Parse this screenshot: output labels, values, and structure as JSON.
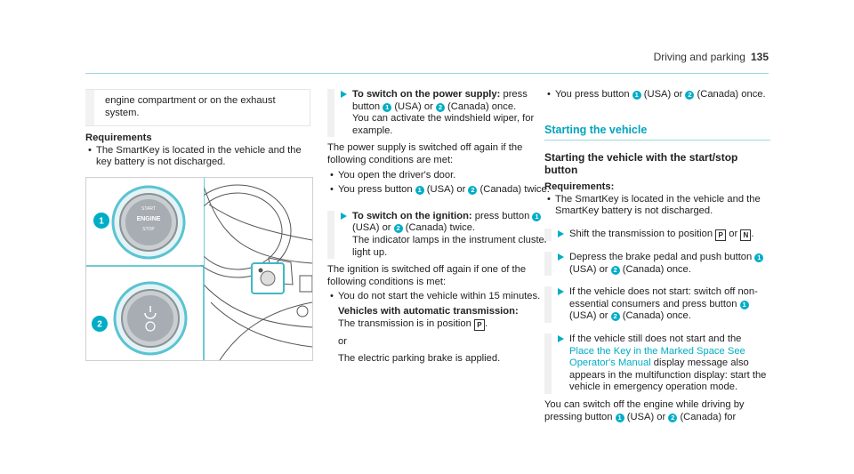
{
  "header": {
    "title": "Driving and parking",
    "page_number": "135"
  },
  "col1": {
    "note_text": "engine compartment or on the exhaust system.",
    "requirements_heading": "Requirements",
    "requirements_item": "The SmartKey is located in the vehicle and the key battery is not discharged.",
    "image_callouts": [
      "1",
      "2"
    ],
    "button_top_label": "START",
    "button_main_label": "ENGINE",
    "button_bottom_label": "STOP"
  },
  "col2": {
    "step1_bold": "To switch on the power supply:",
    "step1_text": " press button",
    "step1_text2": " (USA) or",
    "step1_text3": " (Canada) once.",
    "step1_text4": "You can activate the windshield wiper, for example.",
    "power_off_intro": "The power supply is switched off again if the following conditions are met:",
    "power_off_item1": "You open the driver's door.",
    "power_off_item2a": "You press button",
    "power_off_item2b": " (USA) or",
    "power_off_item2c": " (Canada) twice.",
    "step2_bold": "To switch on the ignition:",
    "step2_text": " press button",
    "step2_text2": " (USA) or",
    "step2_text3": " (Canada) twice.",
    "step2_text4": "The indicator lamps in the instrument cluster light up.",
    "ign_off_intro": "The ignition is switched off again if one of the following conditions is met:",
    "ign_off_item1": "You do not start the vehicle within 15 minutes.",
    "auto_heading": "Vehicles with automatic transmission:",
    "auto_text": "The transmission is in position",
    "auto_pos": "P",
    "or": "or",
    "brake_text": "The electric parking brake is applied."
  },
  "col3": {
    "top_item_a": "You press button",
    "top_item_b": " (USA) or",
    "top_item_c": " (Canada) once.",
    "section_title": "Starting the vehicle",
    "sub_title": "Starting the vehicle with the start/stop button",
    "req_heading": "Requirements:",
    "req_item": "The SmartKey is located in the vehicle and the SmartKey battery is not discharged.",
    "s1_text": "Shift the transmission to position",
    "s1_pos1": "P",
    "s1_or": " or",
    "s1_pos2": "N",
    "s2_text": "Depress the brake pedal and push button",
    "s2_text2": " (USA) or",
    "s2_text3": " (Canada) once.",
    "s3_text": "If the vehicle does not start: switch off non-essential consumers and press button",
    "s3_text2": " (USA) or",
    "s3_text3": " (Canada) once.",
    "s4_text": "If the vehicle still does not start and the",
    "s4_link": "Place the Key in the Marked Space See Operator's Manual",
    "s4_text2": " display message also appears in the multifunction display: start the vehicle in emergency operation mode.",
    "end_text": "You can switch off the engine while driving by pressing button",
    "end_text2": " (USA) or",
    "end_text3": " (Canada) for"
  },
  "colors": {
    "accent": "#00adc6",
    "rule": "#9bd9e0"
  }
}
